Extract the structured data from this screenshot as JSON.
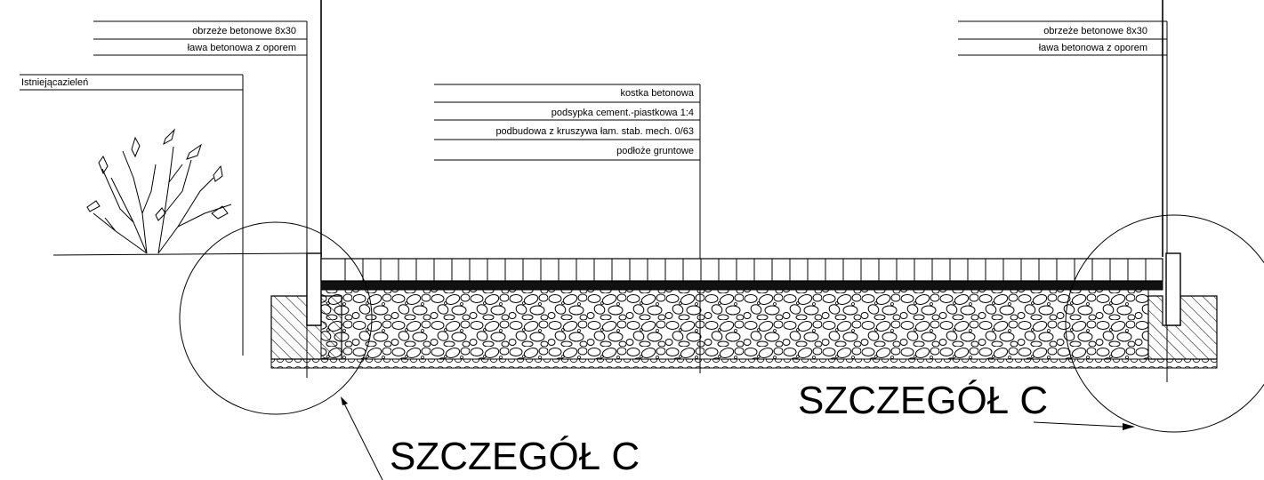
{
  "labels": {
    "left_curb": "obrzeże betonowe  8x30",
    "left_bench": "ława betonowa z oporem",
    "greenery": "Istniejącazieleń",
    "paver": "kostka betonowa",
    "bedding": "podsypka cement.-piastkowa 1:4",
    "base": "podbudowa z kruszywa łam. stab. mech.  0/63",
    "subgrade": "podłoże gruntowe",
    "right_curb": "obrzeże betonowe  8x30",
    "right_bench": "ława betonowa z oporem"
  },
  "details": {
    "left_detail": "SZCZEGÓŁ C",
    "right_detail": "SZCZEGÓŁ C"
  }
}
